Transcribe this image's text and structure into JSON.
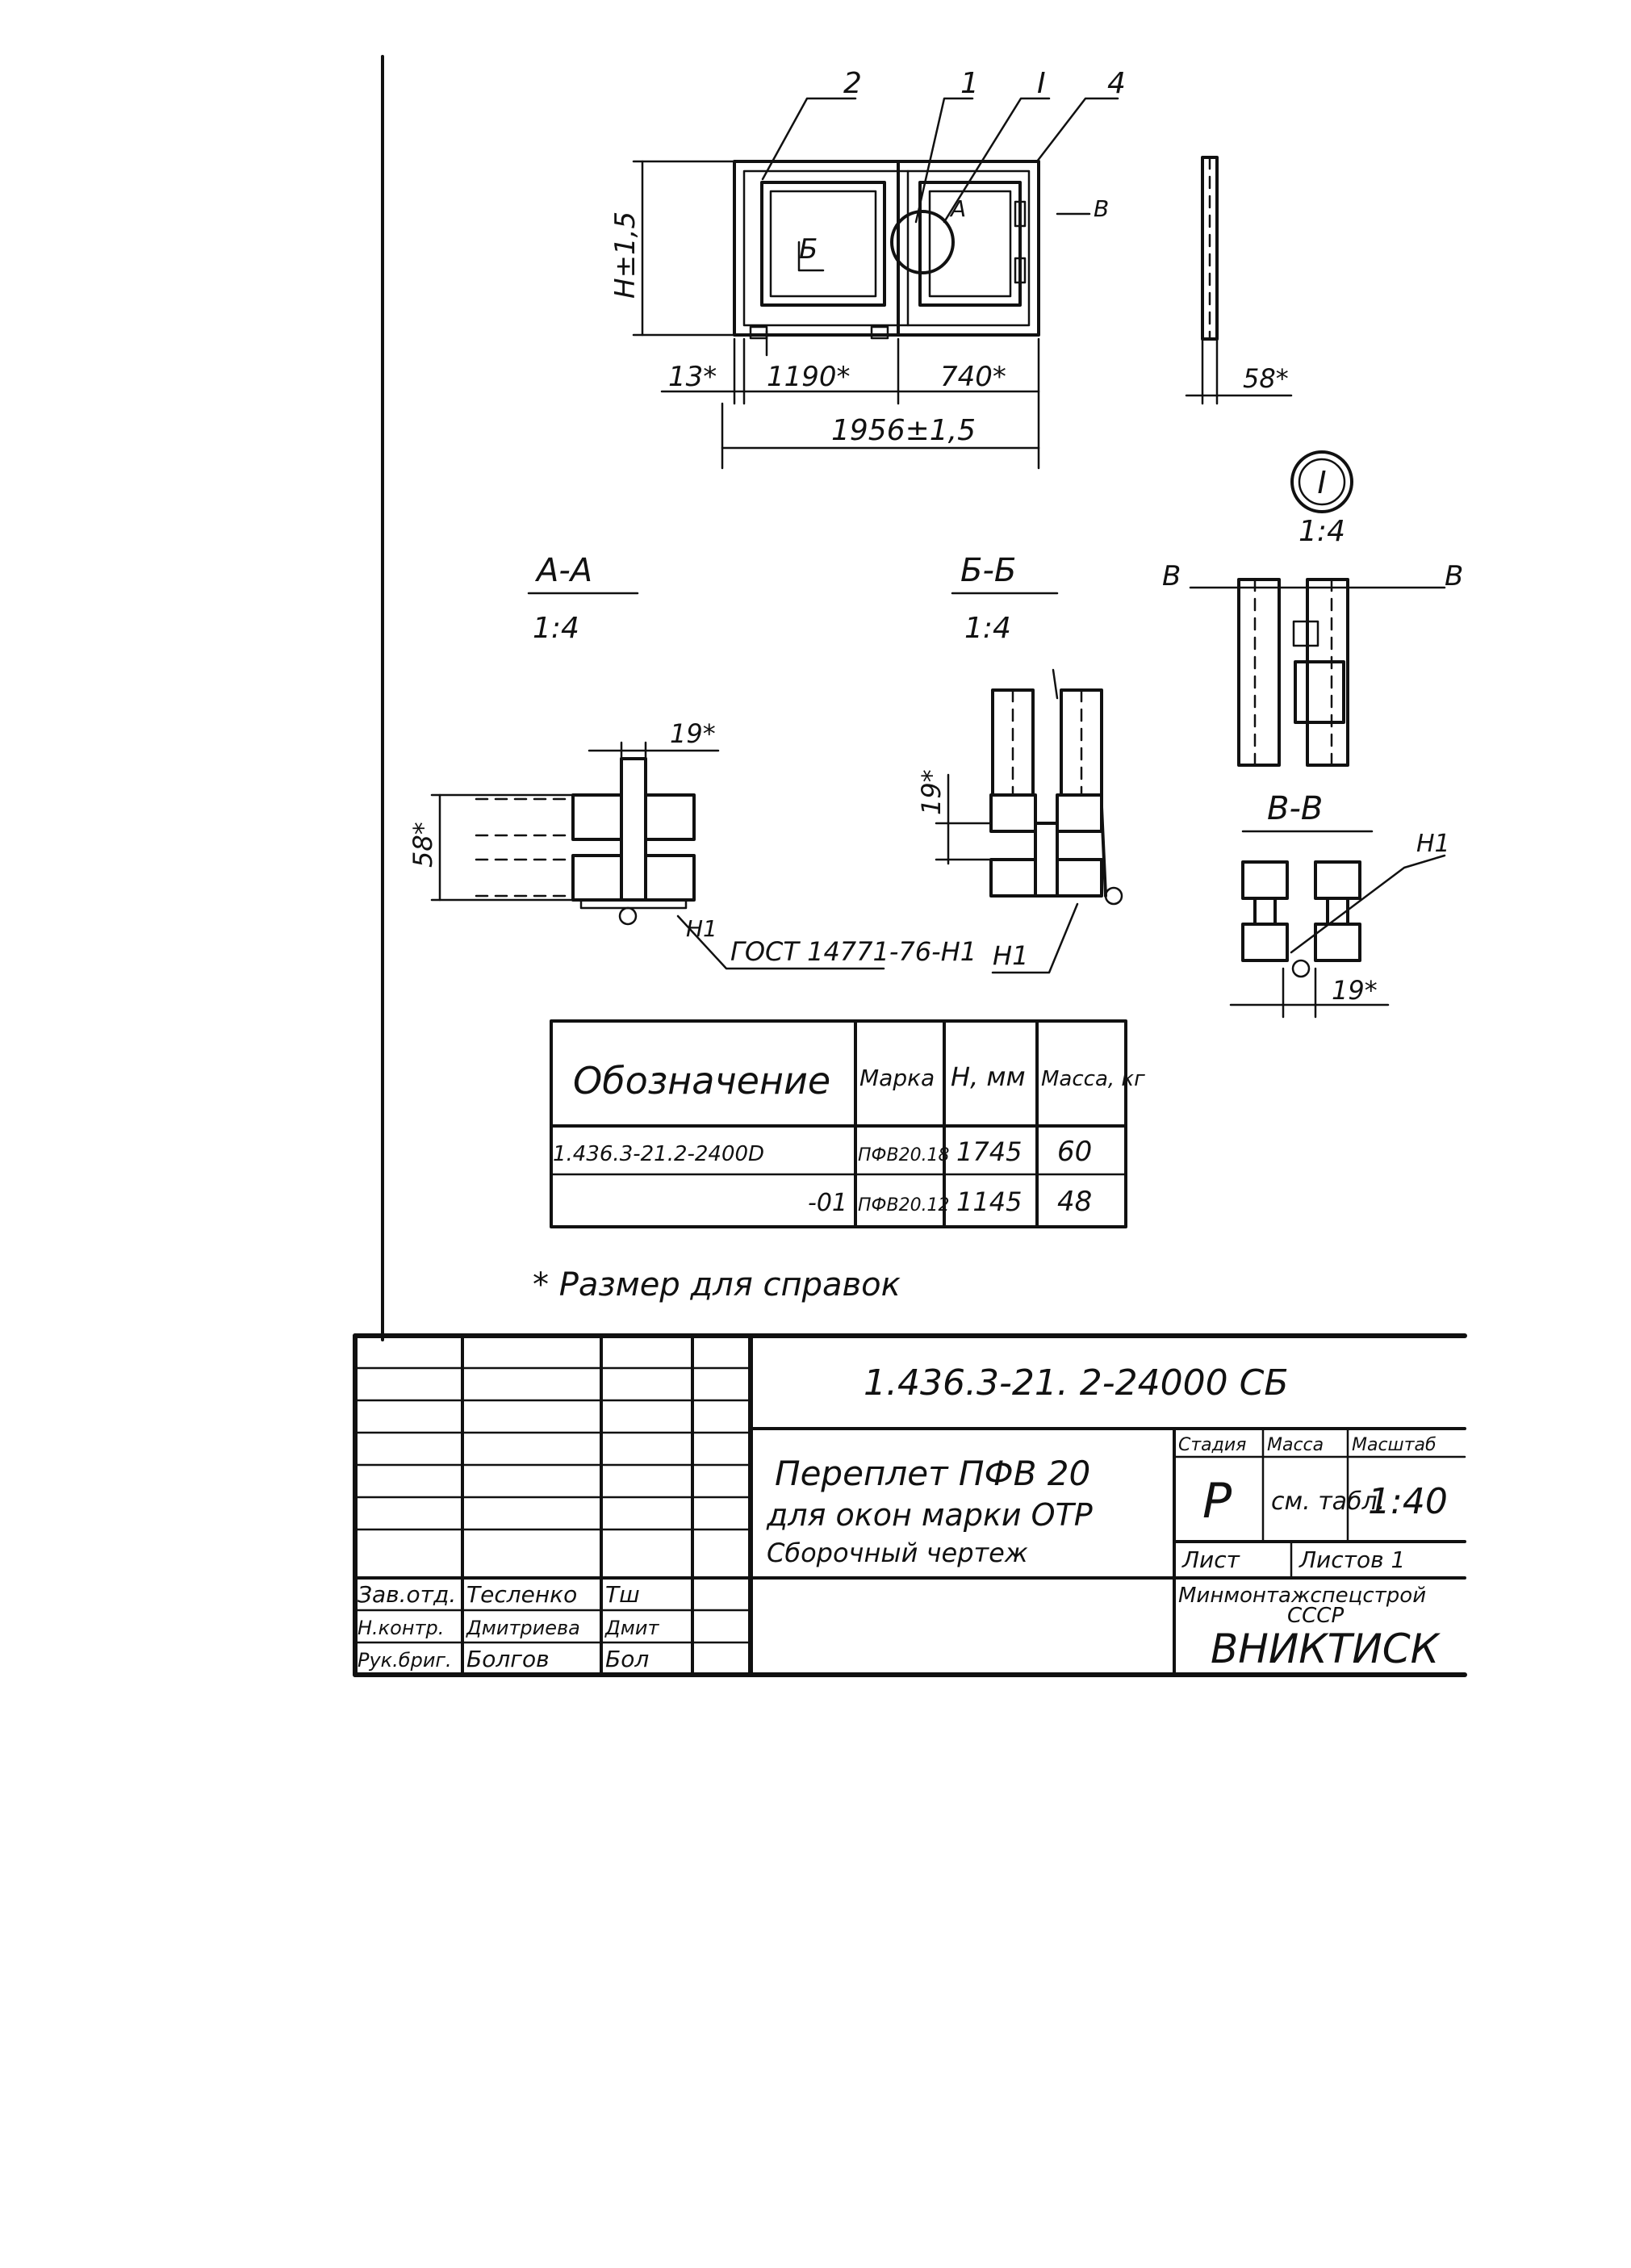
{
  "elevation": {
    "callouts": [
      "2",
      "1",
      "I",
      "4"
    ],
    "section_mark_b": "Б",
    "section_mark_a": "А",
    "view_mark_v": "В",
    "dim_height": "H±1,5",
    "dim_left_margin": "13*",
    "dim_left_sash": "1190*",
    "dim_right_sash": "740*",
    "dim_total": "1956±1,5",
    "dim_side_depth": "58*"
  },
  "detail_I": {
    "label": "I",
    "scale": "1:4",
    "cut_mark": "В"
  },
  "section_AA": {
    "title": "А-А",
    "scale": "1:4",
    "dim_top": "19*",
    "dim_side": "58*",
    "callout": "Н1",
    "leader_text": "ГОСТ 14771-76-Н1"
  },
  "section_BB": {
    "title": "Б-Б",
    "scale": "1:4",
    "dim_side": "19*",
    "callout": "Н1"
  },
  "section_VV": {
    "title": "В-В",
    "callout": "Н1",
    "dim_bottom": "19*"
  },
  "spec_table": {
    "headers": [
      "Обозначение",
      "Марка",
      "H, мм",
      "Масса, кг"
    ],
    "rows": [
      [
        "1.436.3-21.2-2400D",
        "ПФВ20.18",
        "1745",
        "60"
      ],
      [
        "-01",
        "ПФВ20.12",
        "1145",
        "48"
      ]
    ]
  },
  "footnote": "* Размер для справок",
  "title_block": {
    "doc_code": "1.436.3-21. 2-24000 СБ",
    "title_lines": [
      "Переплет ПФВ 20",
      "для окон марки ОТР",
      "Сборочный чертеж"
    ],
    "stage_header": "Стадия",
    "mass_header": "Масса",
    "scale_header": "Масштаб",
    "stage": "Р",
    "mass": "см. табл.",
    "scale": "1:40",
    "sheet_label": "Лист",
    "sheets_label": "Листов 1",
    "org_line1": "Минмонтажспецстрой",
    "org_line2": "СССР",
    "org_name": "ВНИКТИСК",
    "signatures": [
      {
        "role": "Зав.отд.",
        "name": "Тесленко",
        "sign": "Тш"
      },
      {
        "role": "Н.контр.",
        "name": "Дмитриева",
        "sign": "Дмит"
      },
      {
        "role": "Рук.бриг.",
        "name": "Болгов",
        "sign": "Бол"
      }
    ]
  }
}
